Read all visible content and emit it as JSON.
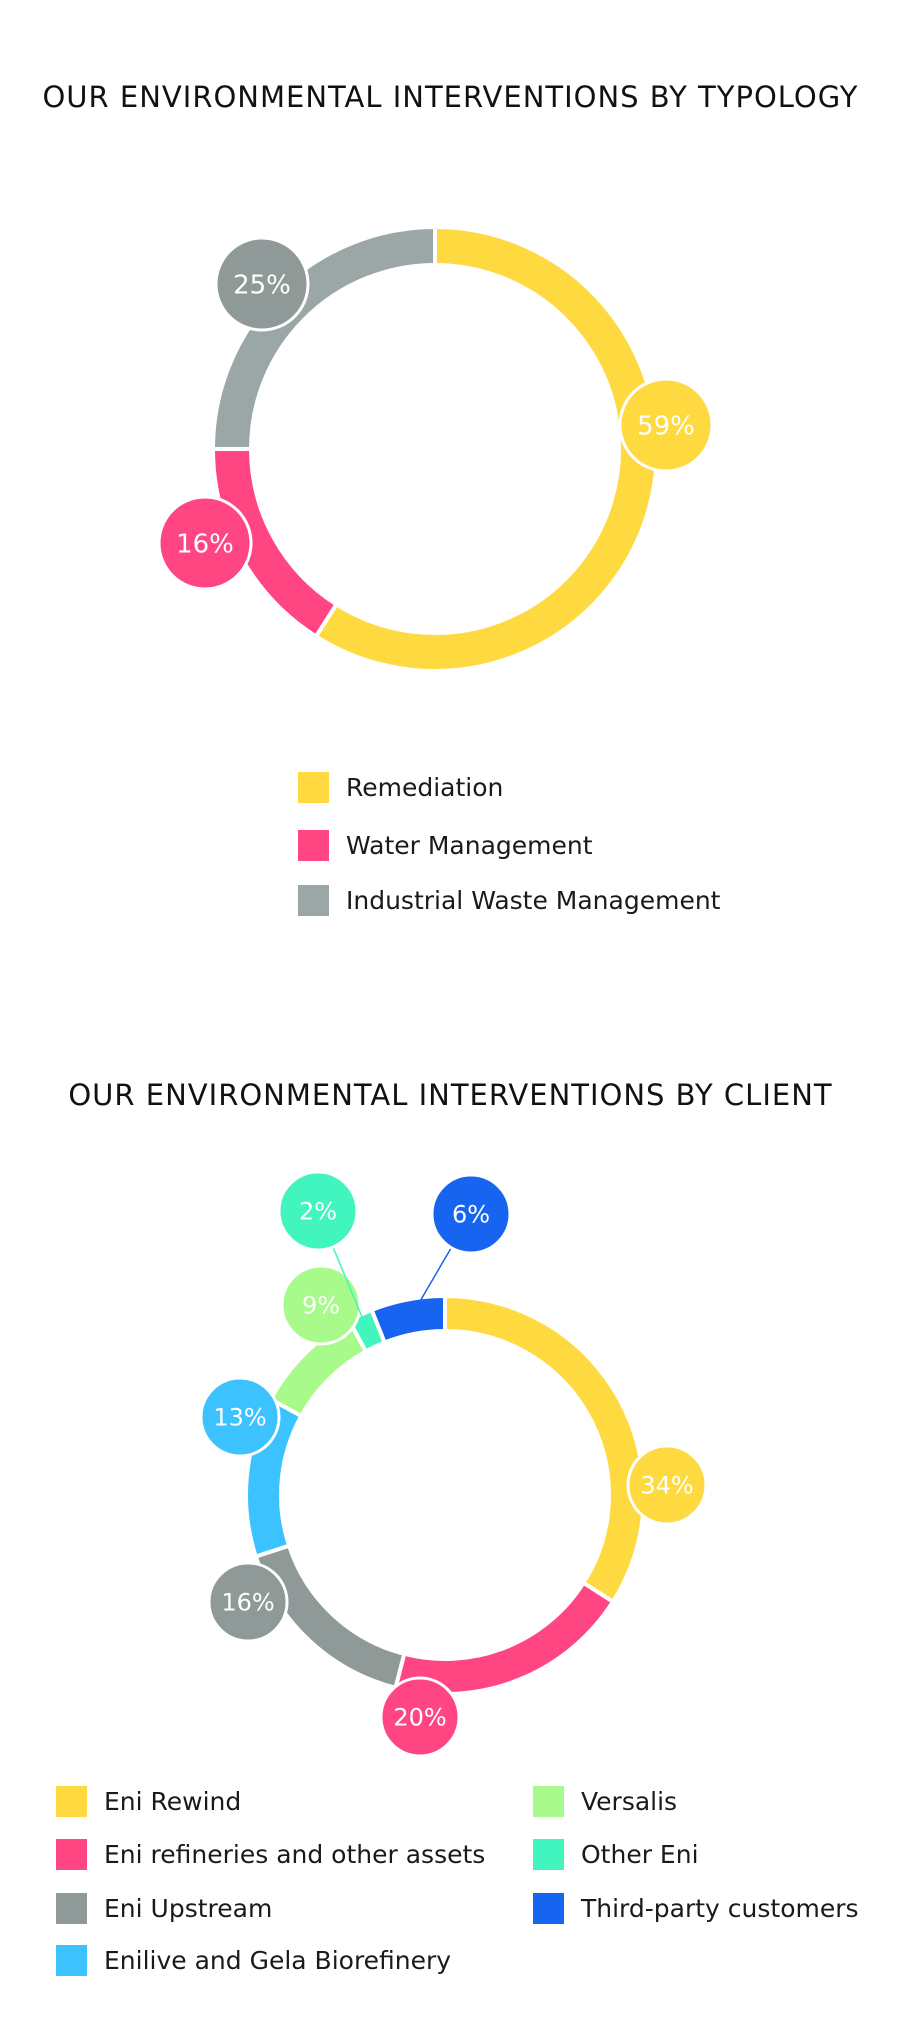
{
  "chart_data": [
    {
      "type": "pie",
      "donut": true,
      "title": "OUR ENVIRONMENTAL INTERVENTIONS BY TYPOLOGY",
      "categories": [
        "Remediation",
        "Water Management",
        "Industrial Waste Management"
      ],
      "values": [
        59,
        16,
        25
      ],
      "labels": [
        "59%",
        "16%",
        "25%"
      ],
      "colors": [
        "#FFD940",
        "#FF4683",
        "#9AA7A6"
      ],
      "bubble_colors": [
        "#FFD940",
        "#FF4683",
        "#8E9998"
      ],
      "legend_position": "bottom"
    },
    {
      "type": "pie",
      "donut": true,
      "title": "OUR ENVIRONMENTAL INTERVENTIONS BY CLIENT",
      "categories": [
        "Eni Rewind",
        "Eni refineries and other assets",
        "Eni Upstream",
        "Enilive and Gela Biorefinery",
        "Versalis",
        "Other Eni",
        "Third-party customers"
      ],
      "values": [
        34,
        20,
        16,
        13,
        9,
        2,
        6
      ],
      "labels": [
        "34%",
        "20%",
        "16%",
        "13%",
        "9%",
        "2%",
        "6%"
      ],
      "colors": [
        "#FFD940",
        "#FF4683",
        "#8E9998",
        "#3CC3FF",
        "#A8FA8B",
        "#42F5BE",
        "#1664F0"
      ],
      "legend_position": "bottom"
    }
  ]
}
